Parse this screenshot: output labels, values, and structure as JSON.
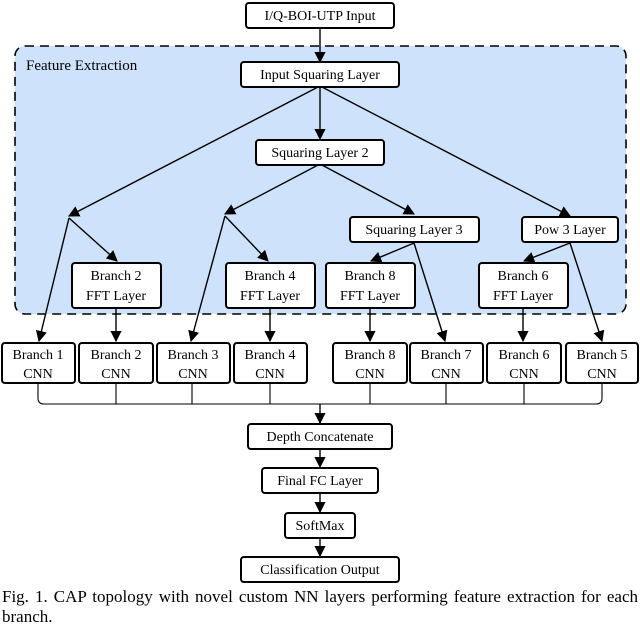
{
  "region": {
    "label": "Feature Extraction"
  },
  "nodes": {
    "input": "I/Q-BOI-UTP Input",
    "input_squaring": "Input Squaring Layer",
    "squaring2": "Squaring Layer 2",
    "squaring3": "Squaring Layer 3",
    "pow3": "Pow 3 Layer",
    "fft2": [
      "Branch 2",
      "FFT Layer"
    ],
    "fft4": [
      "Branch 4",
      "FFT Layer"
    ],
    "fft8": [
      "Branch 8",
      "FFT Layer"
    ],
    "fft6": [
      "Branch 6",
      "FFT Layer"
    ],
    "cnn1": [
      "Branch 1",
      "CNN"
    ],
    "cnn2": [
      "Branch 2",
      "CNN"
    ],
    "cnn3": [
      "Branch 3",
      "CNN"
    ],
    "cnn4": [
      "Branch 4",
      "CNN"
    ],
    "cnn8": [
      "Branch 8",
      "CNN"
    ],
    "cnn7": [
      "Branch 7",
      "CNN"
    ],
    "cnn6": [
      "Branch 6",
      "CNN"
    ],
    "cnn5": [
      "Branch 5",
      "CNN"
    ],
    "concat": "Depth Concatenate",
    "fc": "Final FC Layer",
    "softmax": "SoftMax",
    "output": "Classification Output"
  },
  "caption": "Fig. 1.  CAP topology with novel custom NN layers performing feature extraction for each branch."
}
